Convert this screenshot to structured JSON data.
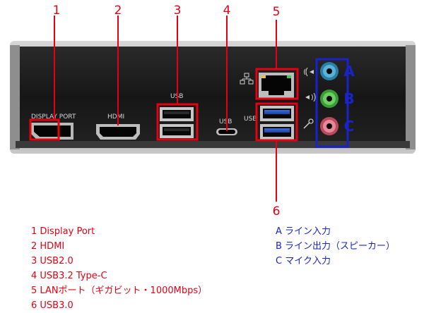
{
  "colors": {
    "red": "#e60012",
    "blue": "#1a23c8",
    "panel": "#141414",
    "silver": "#b8b8b8",
    "jack_blue": "#3aa0c8",
    "jack_green": "#4fb84a",
    "jack_pink": "#d8667a"
  },
  "callouts": {
    "c1": "1",
    "c2": "2",
    "c3": "3",
    "c4": "4",
    "c5": "5",
    "c6": "6"
  },
  "panel_labels": {
    "displayport": "DISPLAY PORT",
    "hdmi": "HDMI",
    "usb_a": "USB",
    "usb_c": "USB",
    "usb3": "USB"
  },
  "audio_labels": {
    "a": "A",
    "b": "B",
    "c": "C"
  },
  "icons": {
    "lan": "network-icon",
    "line_in": "line-in-icon",
    "line_out": "line-out-icon",
    "mic": "microphone-icon"
  },
  "legend_ports": [
    "1 Display Port",
    "2 HDMI",
    "3 USB2.0",
    "4 USB3.2 Type-C",
    "5 LANポート（ギガビット・1000Mbps）",
    "6 USB3.0"
  ],
  "legend_audio": [
    "A ライン入力",
    "B ライン出力（スピーカー）",
    "C マイク入力"
  ]
}
